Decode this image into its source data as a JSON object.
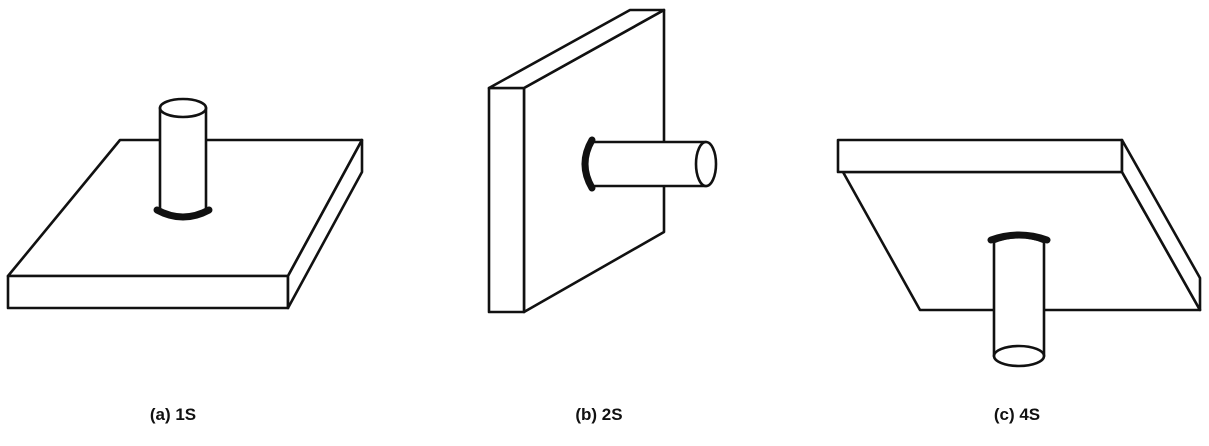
{
  "figure": {
    "panels": [
      {
        "id": "a",
        "caption": "(a) 1S"
      },
      {
        "id": "b",
        "caption": "(b) 2S"
      },
      {
        "id": "c",
        "caption": "(c) 4S"
      }
    ]
  }
}
